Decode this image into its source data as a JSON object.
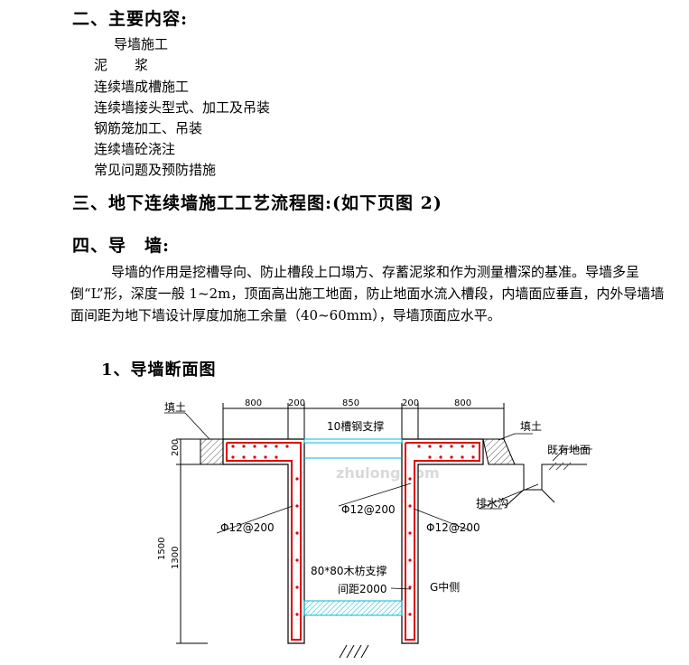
{
  "section2": {
    "heading": "二、主要内容:",
    "items": [
      "导墙施工",
      "泥　　浆",
      "连续墙成槽施工",
      "连续墙接头型式、加工及吊装",
      "钢筋笼加工、吊装",
      "连续墙砼浇注",
      "常见问题及预防措施"
    ]
  },
  "section3": {
    "heading": "三、地下连续墙施工工艺流程图:(如下页图 2)"
  },
  "section4": {
    "heading": "四、导　墙:",
    "paragraph": "导墙的作用是挖槽导向、防止槽段上口塌方、存蓄泥浆和作为测量槽深的基准。导墙多呈倒“L”形，深度一般 1~2m，顶面高出施工地面，防止地面水流入槽段，内墙面应垂直，内外导墙墙面间距为地下墙设计厚度加施工余量（40~60mm），导墙顶面应水平。"
  },
  "figure": {
    "heading": "1、导墙断面图",
    "dims_top": [
      "800",
      "200",
      "850",
      "200",
      "800"
    ],
    "dims_left": [
      "200",
      "1500",
      "1300"
    ],
    "labels": {
      "fill_left": "填土",
      "fill_right": "填土",
      "channel_brace": "10槽钢支撑",
      "existing_ground": "既有地面",
      "drain": "排水沟",
      "rebar_inner": "Φ12@200",
      "rebar_left": "Φ12@200",
      "rebar_right": "Φ12@200",
      "timber_brace": "80*80木枋支撑",
      "spacing": "间距2000",
      "formwork": "G中侧"
    },
    "watermark": "zhulong.com",
    "colors": {
      "line": "#000000",
      "rebar": "#e00000",
      "water": "#00b8d8",
      "hatch": "#555555"
    }
  }
}
